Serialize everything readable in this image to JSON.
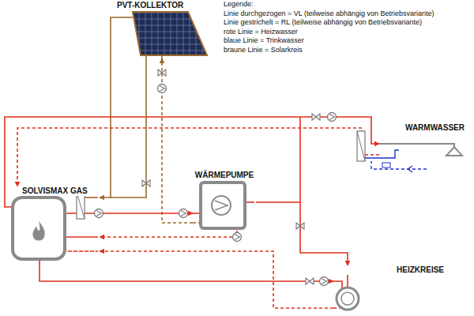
{
  "diagram": {
    "nodes": [
      {
        "text": [
          "PVT-KOLLEKTOR"
        ]
      },
      {
        "text": [
          "SOLVISMAX GAS"
        ]
      },
      {
        "text": [
          "WÄRMEPUMPE"
        ]
      },
      {
        "text": [
          "WARMWASSER"
        ]
      },
      {
        "text": [
          "HEIZKREISE"
        ]
      }
    ],
    "edges": [
      {
        "from": 0,
        "to": 1,
        "arrow": "to"
      },
      {
        "from": 2,
        "to": 0,
        "arrow": "to"
      },
      {
        "from": 1,
        "to": 3,
        "arrow": "to"
      },
      {
        "from": 3,
        "to": 1,
        "arrow": "to"
      },
      {
        "from": 1,
        "to": 4,
        "arrow": "to"
      },
      {
        "from": 4,
        "to": 1,
        "arrow": "to"
      },
      {
        "from": 2,
        "to": 4,
        "arrow": "to"
      },
      {
        "from": 1,
        "to": 2,
        "arrow": "to"
      },
      {
        "from": 2,
        "to": 1,
        "arrow": "to"
      }
    ],
    "labels": [
      "Legende:"
    ],
    "legend": [
      {
        "text": "Linie durchgezogen = VL (teilweise abhängig von Betriebsvariante)"
      },
      {
        "text": "Linie gestrichelt = RL (teilweise abhängig von Betriebsvariante)"
      },
      {
        "text": "rote Linie = Heizwasser"
      },
      {
        "text": "blaue Linie = Trinkwasser"
      },
      {
        "text": "braune Linie = Solarkreis"
      }
    ]
  }
}
